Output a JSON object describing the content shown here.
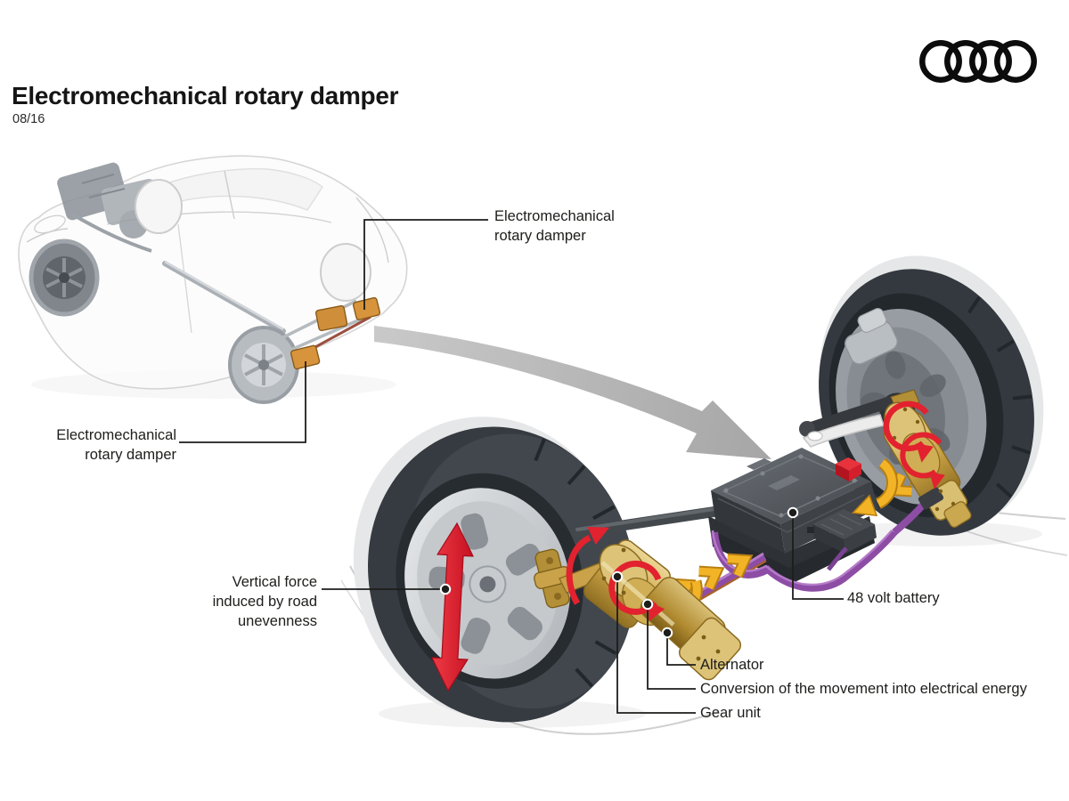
{
  "header": {
    "title": "Electromechanical rotary damper",
    "date": "08/16"
  },
  "brand": {
    "logo": "audi-rings-icon"
  },
  "callouts": {
    "damper_top": "Electromechanical rotary damper",
    "damper_left": "Electromechanical rotary damper",
    "vertical_force": "Vertical force induced by road unevenness",
    "battery": "48 volt battery",
    "alternator": "Alternator",
    "conversion": "Conversion of the movement into electrical energy",
    "gear_unit": "Gear unit"
  },
  "colors": {
    "text": "#1d1d1b",
    "accent_red": "#e2222f",
    "cable_purple": "#8d4da5",
    "energy_yellow": "#f2b326",
    "component_gold": "#c49d42",
    "flow_gray": "#b5b5b6",
    "highlight_orange": "#d7943c"
  }
}
